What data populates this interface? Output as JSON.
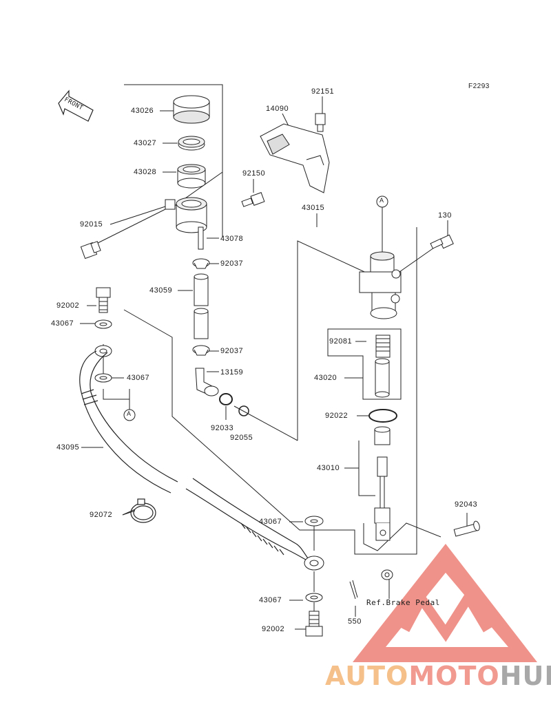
{
  "diagram_code": "F2293",
  "front_label": "FRONT",
  "ref_note": "Ref.Brake Pedal",
  "callout": "A",
  "watermark": {
    "part1": "AUTO",
    "part2": "MOTO",
    "part3": "HUB",
    "colors": {
      "auto": "#f5c08a",
      "moto": "#f19a8f",
      "hub": "#a8a8a8",
      "logo": "#ea6f63"
    }
  },
  "labels": {
    "p43026": "43026",
    "p43027": "43027",
    "p43028": "43028",
    "p92015": "92015",
    "p43078": "43078",
    "p14090": "14090",
    "p92151": "92151",
    "p92150": "92150",
    "p43015": "43015",
    "p130": "130",
    "p92037a": "92037",
    "p43059": "43059",
    "p92002a": "92002",
    "p43067a": "43067",
    "p43067b": "43067",
    "p92037b": "92037",
    "p13159": "13159",
    "p92033": "92033",
    "p92055": "92055",
    "p92081": "92081",
    "p43020": "43020",
    "p92022": "92022",
    "p43095": "43095",
    "p43010": "43010",
    "p92072": "92072",
    "p43067c": "43067",
    "p92043": "92043",
    "p43067d": "43067",
    "p550": "550",
    "p92002b": "92002"
  }
}
